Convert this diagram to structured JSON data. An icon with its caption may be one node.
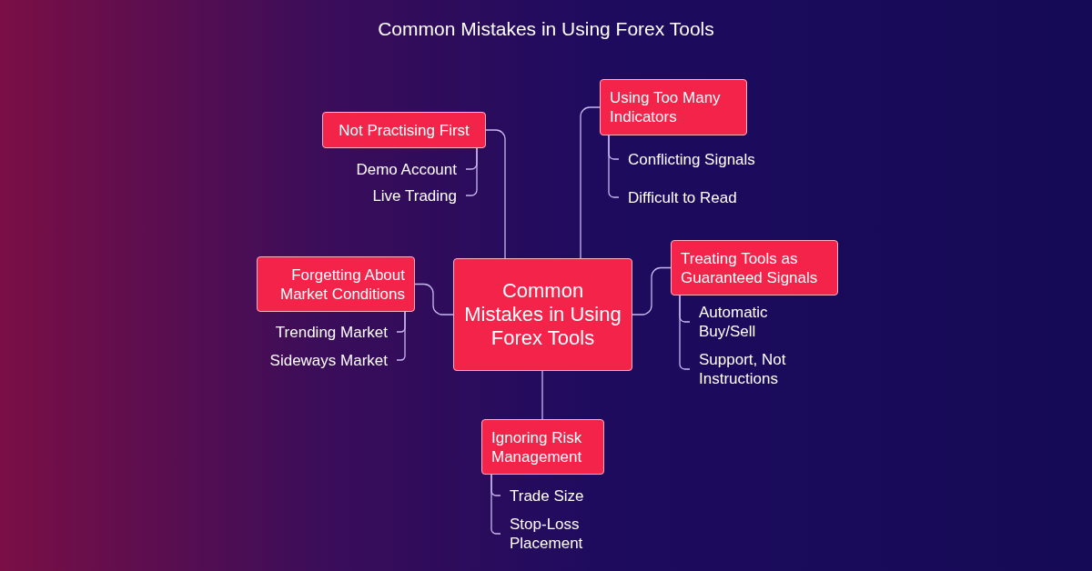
{
  "diagram": {
    "title": "Common Mistakes in Using Forex Tools",
    "nodes": [
      {
        "text": [
          "Common Mistakes in Using Forex Tools"
        ]
      },
      {
        "text": [
          "Not Practising First"
        ]
      },
      {
        "text": [
          "Demo Account"
        ]
      },
      {
        "text": [
          "Live Trading"
        ]
      },
      {
        "text": [
          "Using Too Many Indicators"
        ]
      },
      {
        "text": [
          "Conflicting Signals"
        ]
      },
      {
        "text": [
          "Difficult to Read"
        ]
      },
      {
        "text": [
          "Forgetting About Market Conditions"
        ]
      },
      {
        "text": [
          "Trending Market"
        ]
      },
      {
        "text": [
          "Sideways Market"
        ]
      },
      {
        "text": [
          "Treating Tools as Guaranteed Signals"
        ]
      },
      {
        "text": [
          "Automatic Buy/Sell"
        ]
      },
      {
        "text": [
          "Support, Not Instructions"
        ]
      },
      {
        "text": [
          "Ignoring Risk Management"
        ]
      },
      {
        "text": [
          "Trade Size"
        ]
      },
      {
        "text": [
          "Stop-Loss Placement"
        ]
      }
    ],
    "edges": [
      {
        "from": 0,
        "to": 1,
        "arrow": "none"
      },
      {
        "from": 0,
        "to": 4,
        "arrow": "none"
      },
      {
        "from": 0,
        "to": 7,
        "arrow": "none"
      },
      {
        "from": 0,
        "to": 10,
        "arrow": "none"
      },
      {
        "from": 0,
        "to": 13,
        "arrow": "none"
      },
      {
        "from": 1,
        "to": 2,
        "arrow": "none"
      },
      {
        "from": 1,
        "to": 3,
        "arrow": "none"
      },
      {
        "from": 4,
        "to": 5,
        "arrow": "none"
      },
      {
        "from": 4,
        "to": 6,
        "arrow": "none"
      },
      {
        "from": 7,
        "to": 8,
        "arrow": "none"
      },
      {
        "from": 7,
        "to": 9,
        "arrow": "none"
      },
      {
        "from": 10,
        "to": 11,
        "arrow": "none"
      },
      {
        "from": 10,
        "to": 12,
        "arrow": "none"
      },
      {
        "from": 13,
        "to": 14,
        "arrow": "none"
      },
      {
        "from": 13,
        "to": 15,
        "arrow": "none"
      }
    ]
  }
}
